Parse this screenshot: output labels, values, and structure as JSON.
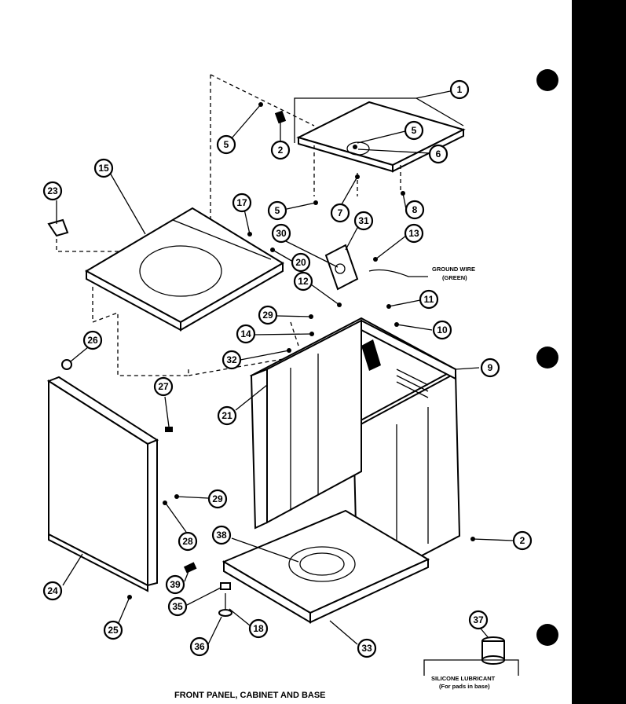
{
  "title": "FRONT PANEL, CABINET AND BASE",
  "notes": {
    "ground_wire_line1": "GROUND WIRE",
    "ground_wire_line2": "(GREEN)",
    "silicone_line1": "SILICONE LUBRICANT",
    "silicone_line2": "(For pads in base)"
  },
  "callouts": [
    "1",
    "5",
    "2",
    "5",
    "6",
    "15",
    "23",
    "17",
    "5",
    "7",
    "8",
    "31",
    "30",
    "13",
    "20",
    "12",
    "11",
    "29",
    "10",
    "14",
    "9",
    "32",
    "26",
    "27",
    "21",
    "29",
    "28",
    "38",
    "2",
    "24",
    "39",
    "35",
    "18",
    "25",
    "36",
    "33",
    "37"
  ]
}
